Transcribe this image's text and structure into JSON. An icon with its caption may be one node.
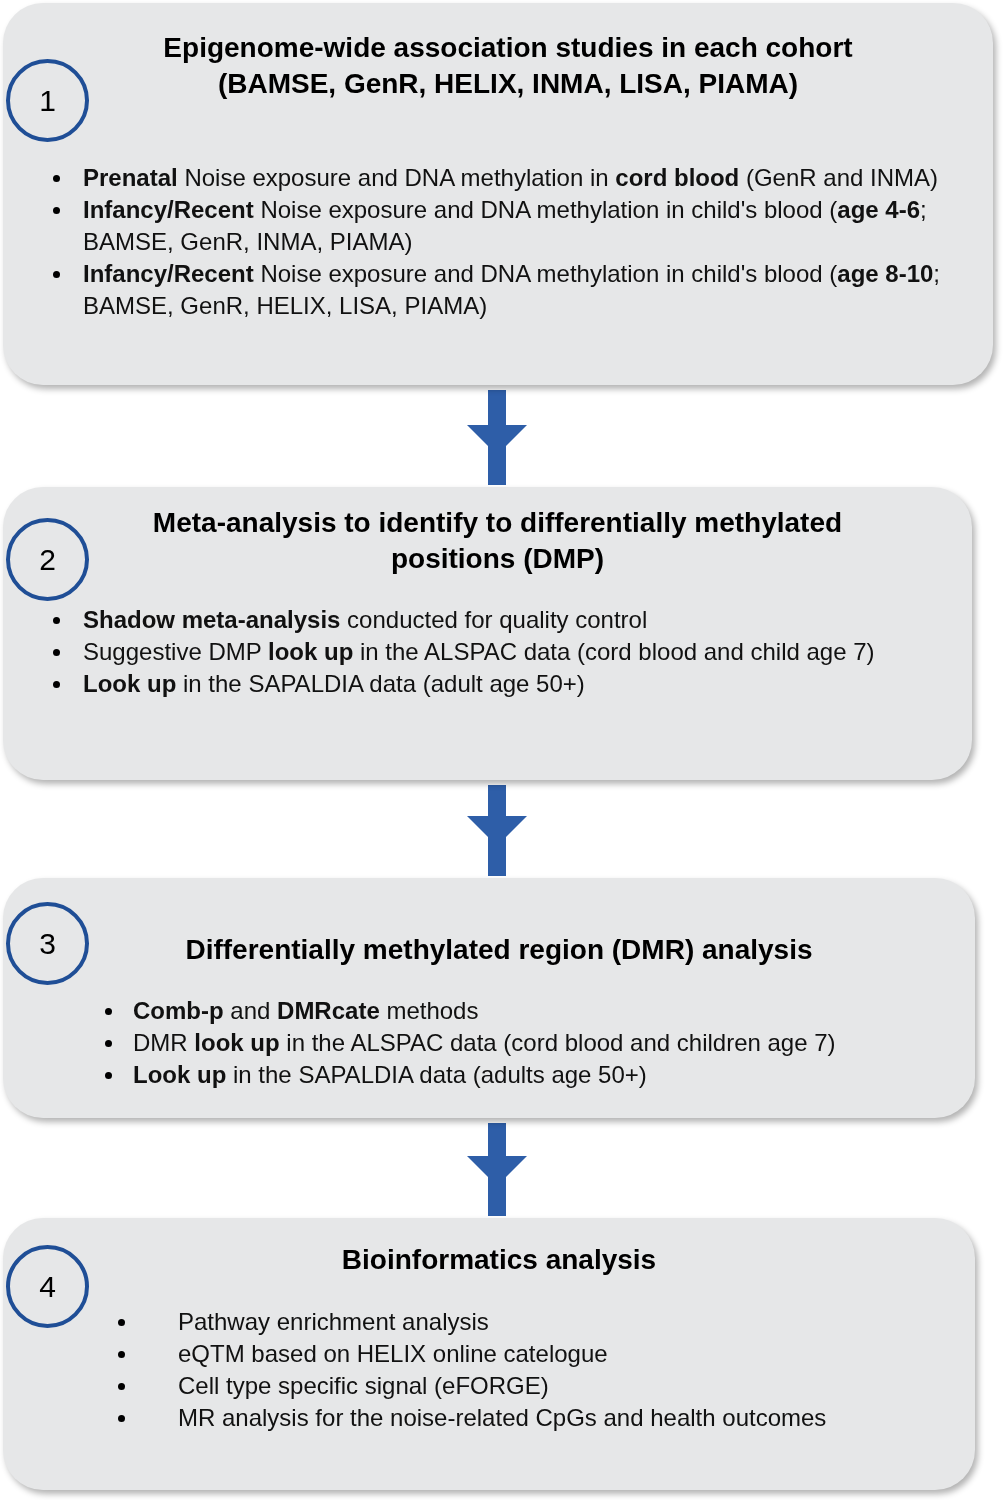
{
  "diagram": {
    "nodes": [
      {
        "text": [
          "Epigenome-wide association studies in each cohort (BAMSE, GenR, HELIX, INMA, LISA, PIAMA)",
          "**Prenatal** Noise exposure and DNA methylation in **cord blood** (GenR and INMA)",
          "**Infancy/Recent** Noise exposure and DNA methylation in child's blood (**age 4-6**; BAMSE, GenR, INMA, PIAMA)",
          "**Infancy/Recent** Noise exposure and DNA methylation in child's blood (**age 8-10**; BAMSE, GenR, HELIX, LISA, PIAMA)"
        ]
      },
      {
        "text": [
          "1"
        ],
        "in": 0
      },
      {
        "text": [
          "Meta-analysis to identify to differentially methylated positions (DMP)",
          "**Shadow meta-analysis** conducted for quality control",
          "Suggestive DMP **look up** in the ALSPAC data (cord blood and child age 7)",
          "**Look up** in the SAPALDIA data (adult age 50+)"
        ]
      },
      {
        "text": [
          "2"
        ],
        "in": 2
      },
      {
        "text": [
          "Differentially methylated region (DMR) analysis",
          "**Comb-p** and **DMRcate** methods",
          "DMR **look up** in the ALSPAC data (cord blood and children age 7)",
          "**Look up** in the SAPALDIA data (adults age 50+)"
        ]
      },
      {
        "text": [
          "3"
        ],
        "in": 4
      },
      {
        "text": [
          "Bioinformatics analysis",
          "Pathway enrichment analysis",
          "eQTM based on HELIX online catelogue",
          "Cell type specific signal (eFORGE)",
          "MR analysis for the noise-related CpGs and health outcomes"
        ]
      },
      {
        "text": [
          "4"
        ],
        "in": 6
      }
    ],
    "edges": [
      {
        "from": 0,
        "to": 2,
        "arrow": "to"
      },
      {
        "from": 2,
        "to": 4,
        "arrow": "to"
      },
      {
        "from": 4,
        "to": 6,
        "arrow": "to"
      }
    ]
  }
}
